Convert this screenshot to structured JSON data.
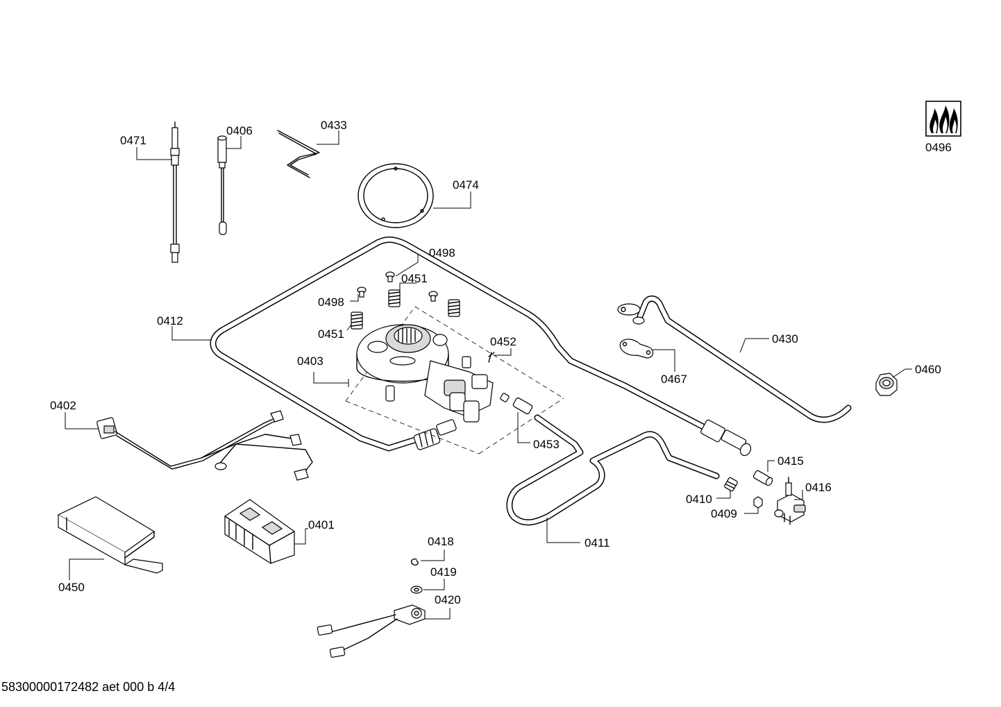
{
  "footer": {
    "document_code": "58300000172482 aet 000 b 4/4"
  },
  "parts": {
    "p0401": "0401",
    "p0402": "0402",
    "p0403": "0403",
    "p0406": "0406",
    "p0409": "0409",
    "p0410": "0410",
    "p0411": "0411",
    "p0412": "0412",
    "p0415": "0415",
    "p0416": "0416",
    "p0418": "0418",
    "p0419": "0419",
    "p0420": "0420",
    "p0430": "0430",
    "p0433": "0433",
    "p0450": "0450",
    "p0451a": "0451",
    "p0451b": "0451",
    "p0452": "0452",
    "p0453": "0453",
    "p0460": "0460",
    "p0467": "0467",
    "p0471": "0471",
    "p0474": "0474",
    "p0496": "0496",
    "p0498a": "0498",
    "p0498b": "0498"
  },
  "icons": {
    "gas_type_symbol": "flame-icon"
  }
}
